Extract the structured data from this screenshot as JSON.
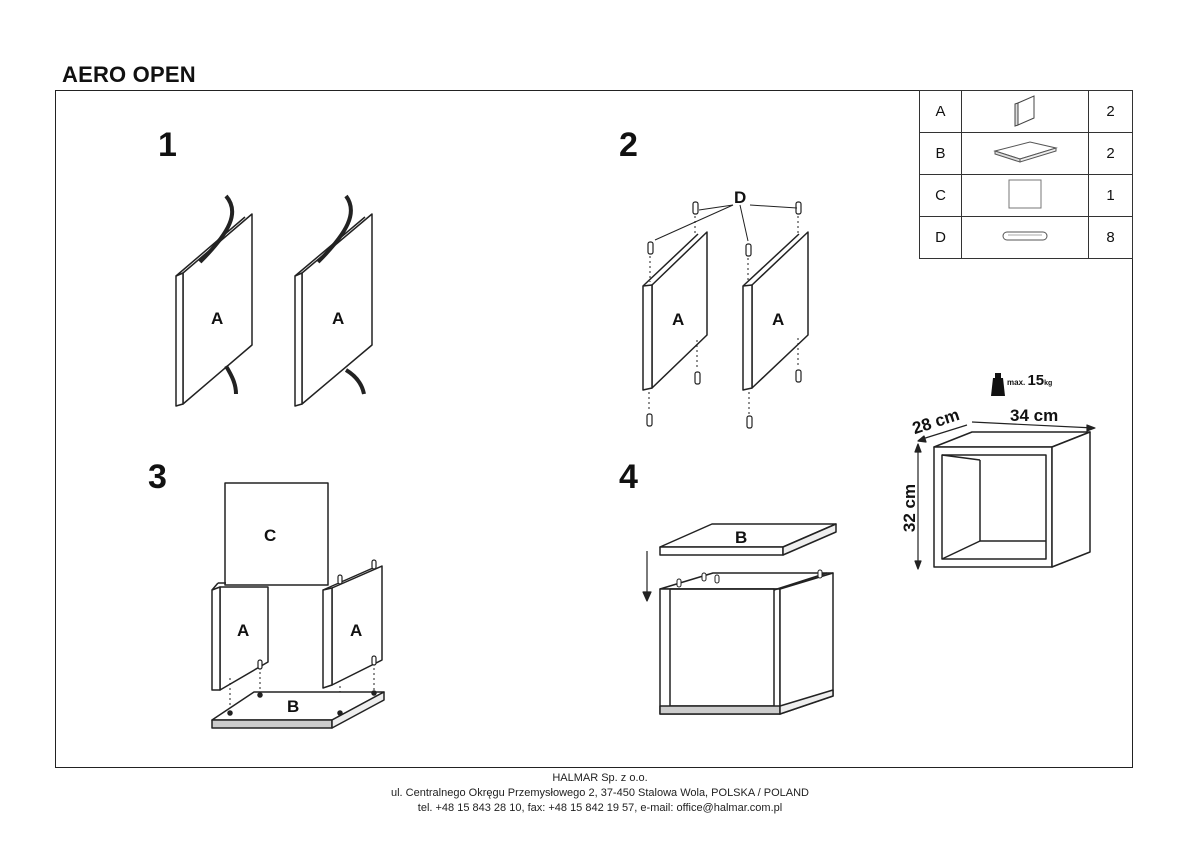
{
  "title": "AERO OPEN",
  "steps": [
    "1",
    "2",
    "3",
    "4"
  ],
  "labels": {
    "a": "A",
    "b": "B",
    "c": "C",
    "d": "D"
  },
  "parts": [
    {
      "letter": "A",
      "icon": "side-panel-icon",
      "qty": "2"
    },
    {
      "letter": "B",
      "icon": "shelf-board-icon",
      "qty": "2"
    },
    {
      "letter": "C",
      "icon": "back-panel-icon",
      "qty": "1"
    },
    {
      "letter": "D",
      "icon": "dowel-icon",
      "qty": "8"
    }
  ],
  "dimensions": {
    "depth": "28 cm",
    "width": "34 cm",
    "height": "32 cm",
    "max_label": "max.",
    "max_value": "15",
    "max_unit": "kg"
  },
  "footer": {
    "company": "HALMAR Sp. z o.o.",
    "address": "ul. Centralnego Okręgu Przemysłowego 2, 37-450 Stalowa Wola, POLSKA / POLAND",
    "contact": "tel. +48 15 843 28 10, fax: +48 15 842 19 57, e-mail: office@halmar.com.pl"
  }
}
